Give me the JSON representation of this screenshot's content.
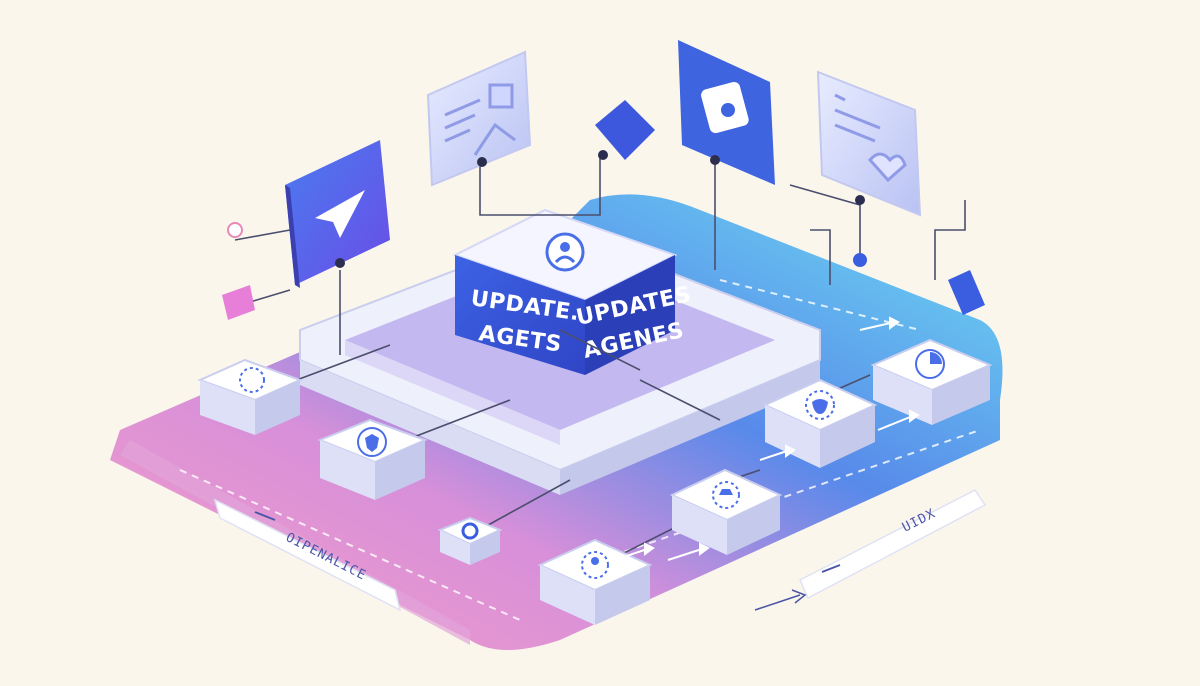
{
  "hub": {
    "left_label": [
      "UPDATE.",
      "AGETS"
    ],
    "right_label": [
      "UPDATES",
      "AGENES"
    ]
  },
  "strips": {
    "left_text": "OIPENALICE",
    "right_text": "UIDX"
  },
  "palette": {
    "background": "#fbf6ec",
    "pink_platform": "#f08fbf",
    "blue_platform": "#3f7de6",
    "cyan_platform": "#5fd0f0",
    "hub_blue": "#3552d6",
    "node_white": "#f7f7ff",
    "accent_icon": "#4a6ee8"
  },
  "icons": {
    "top_cards": [
      "paper-plane-icon",
      "image-gallery-icon",
      "note-card-icon",
      "chat-heart-icon"
    ],
    "nodes": [
      "link-icon",
      "shield-icon",
      "target-icon",
      "user-bell-icon",
      "person-icon",
      "drop-icon",
      "pie-chart-icon"
    ]
  }
}
